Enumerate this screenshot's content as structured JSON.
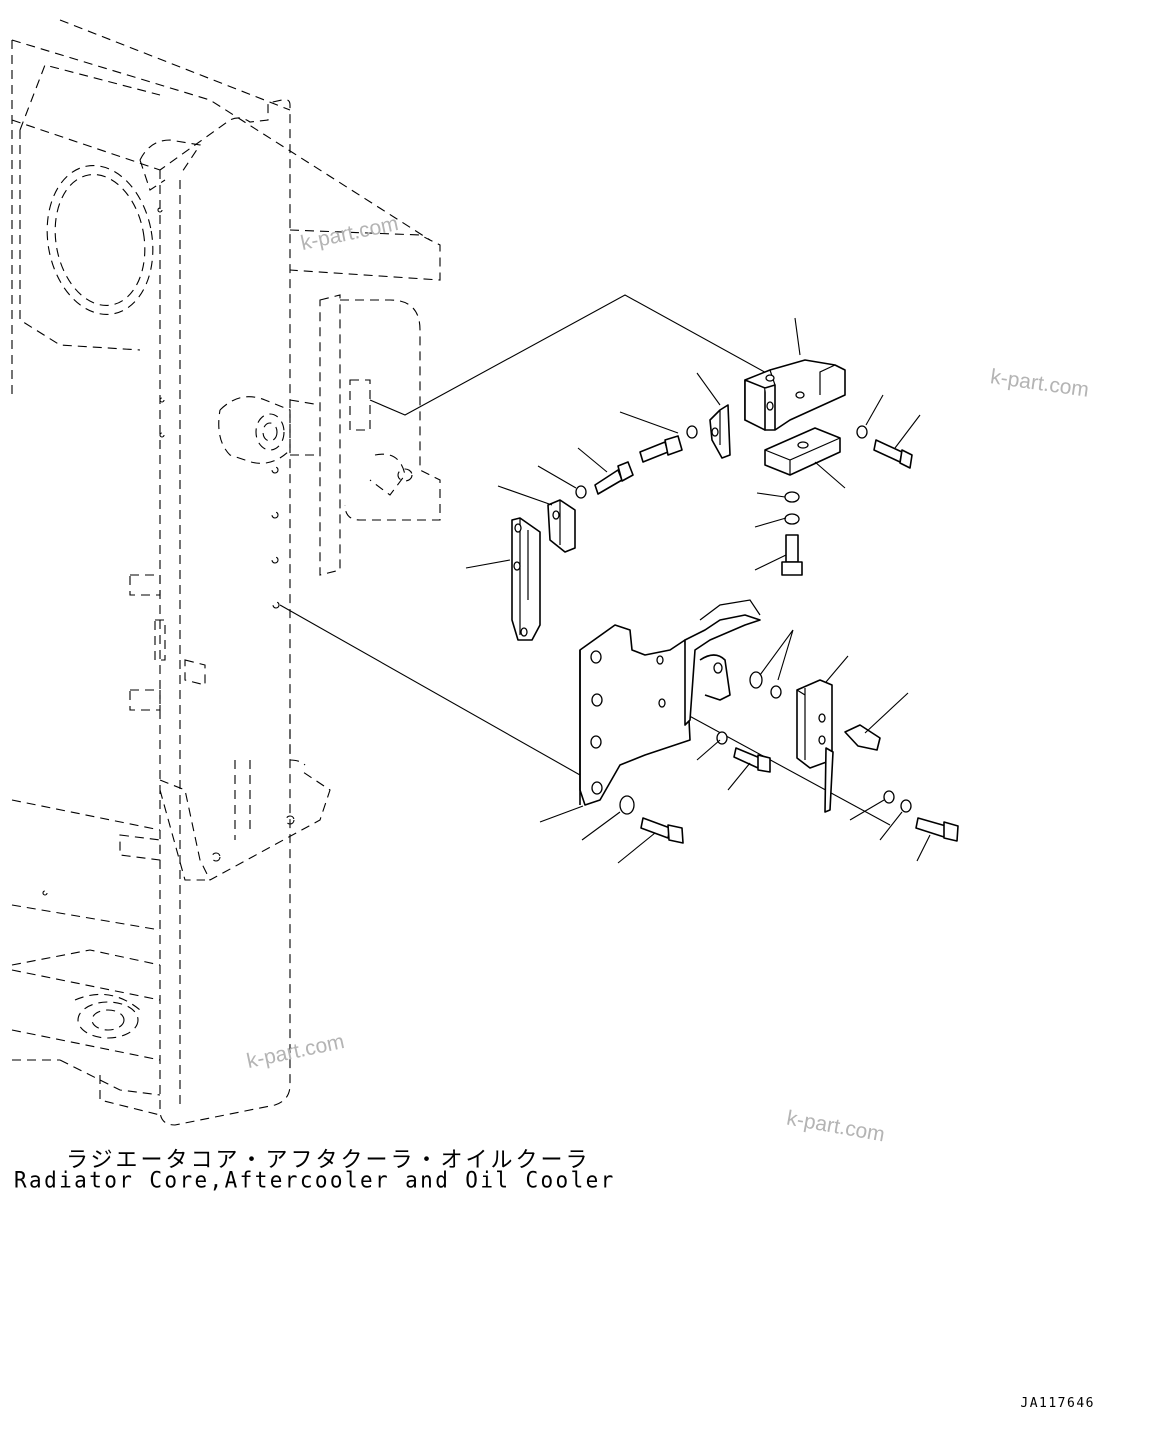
{
  "diagram": {
    "caption_japanese": "ラジエータコア・アフタクーラ・オイルクーラ",
    "caption_english": "Radiator Core,Aftercooler and Oil Cooler",
    "drawing_code": "JA117646",
    "watermarks": [
      "k-part.com",
      "k-part.com",
      "k-part.com",
      "k-part.com"
    ],
    "colors": {
      "line": "#000000",
      "background": "#ffffff",
      "watermark": "#b4b4b4"
    }
  }
}
